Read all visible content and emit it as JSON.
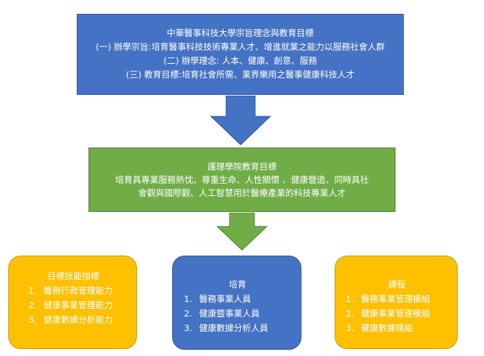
{
  "top_box": {
    "title": "中華醫事科技大學宗旨理念與教育目標",
    "line1": "(一) 辦學宗旨:培育醫事科技技術專業人才、增進就業之能力以服務社會人群",
    "line2": "(二) 辦學理念: 人本、健康、創意、服務",
    "line3": "(三) 教育目標:培育社會所需、業界樂用之醫事健康科技人才"
  },
  "mid_box": {
    "title": "護理學院教育目標",
    "line1": "培育具專業服務熱忱、尊重生命、人性關懷 、健康營造、同時具社",
    "line2": "會觀與國際觀、人工智慧用於醫療產業的科技專業人才"
  },
  "left_box": {
    "title": "目標技能指標",
    "items": [
      {
        "num": "1.",
        "text": "醫務行政管理能力"
      },
      {
        "num": "2.",
        "text": "健康事業管理能力"
      },
      {
        "num": "3.",
        "text": "健康數據分析能力"
      }
    ]
  },
  "center_box": {
    "title": "培育",
    "items": [
      {
        "num": "1.",
        "text": "醫務事業人員"
      },
      {
        "num": "2.",
        "text": "健康暨事業人員"
      },
      {
        "num": "3.",
        "text": "健康數據分析人員"
      }
    ]
  },
  "right_box": {
    "title": "課程",
    "items": [
      {
        "num": "1.",
        "text": "醫務事業管理模組"
      },
      {
        "num": "2.",
        "text": "健康事業管理模組"
      },
      {
        "num": "3.",
        "text": "健康數據模組"
      }
    ]
  },
  "colors": {
    "blue": "#4472c4",
    "green": "#70ad47",
    "gold": "#ffc000"
  }
}
